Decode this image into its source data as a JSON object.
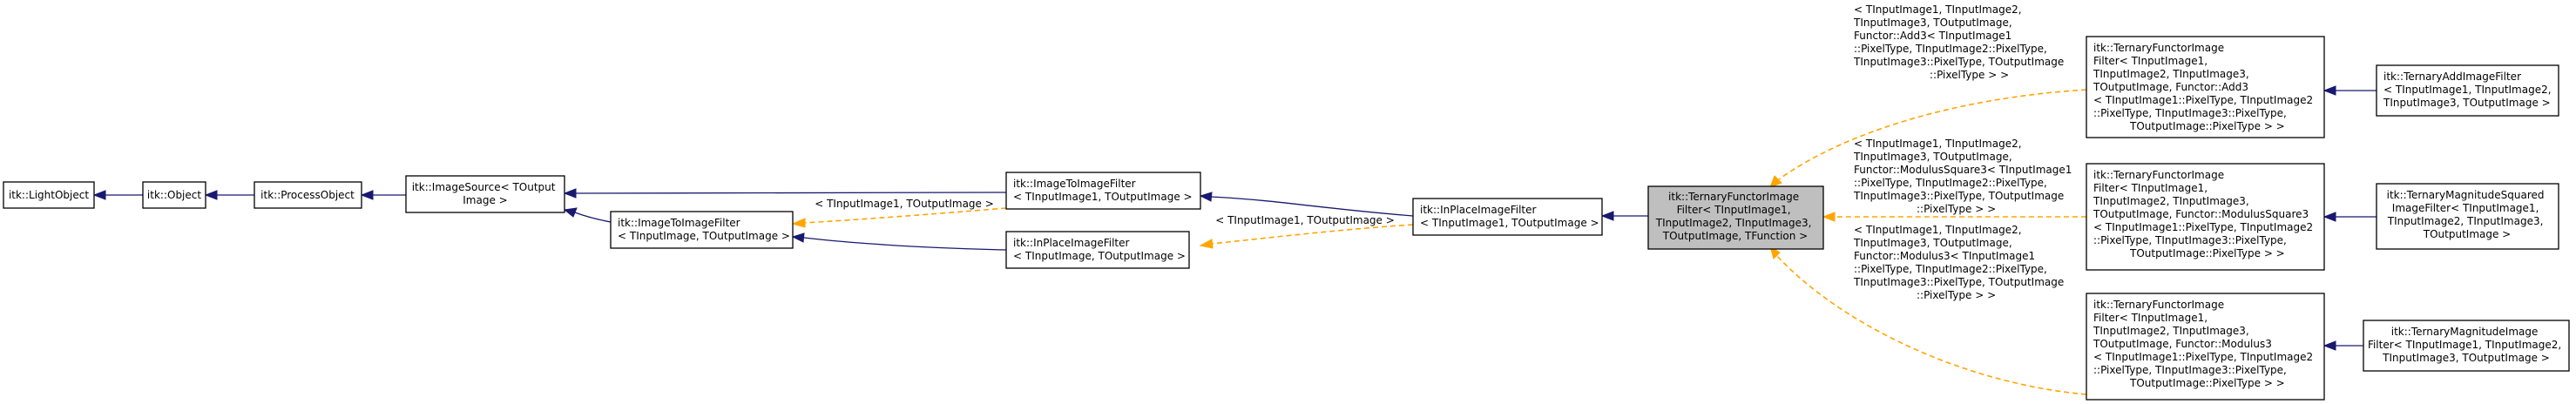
{
  "nodes": {
    "light_object": [
      "itk::LightObject"
    ],
    "object": [
      "itk::Object"
    ],
    "process_object": [
      "itk::ProcessObject"
    ],
    "image_source": [
      "itk::ImageSource< TOutput",
      "Image >"
    ],
    "image_to_image_filter_t1": [
      "itk::ImageToImageFilter",
      "< TInputImage1, TOutputImage >"
    ],
    "image_to_image_filter": [
      "itk::ImageToImageFilter",
      "< TInputImage, TOutputImage >"
    ],
    "in_place_image_filter_t1": [
      "itk::InPlaceImageFilter",
      "< TInputImage1, TOutputImage >"
    ],
    "in_place_image_filter": [
      "itk::InPlaceImageFilter",
      "< TInputImage, TOutputImage >"
    ],
    "ternary_functor_filter": [
      "itk::TernaryFunctorImage",
      "Filter< TInputImage1,",
      "TInputImage2, TInputImage3,",
      "TOutputImage, TFunction >"
    ],
    "ternary_functor_add3": [
      "itk::TernaryFunctorImage",
      "Filter< TInputImage1,",
      "TInputImage2, TInputImage3,",
      "TOutputImage, Functor::Add3",
      "< TInputImage1::PixelType, TInputImage2",
      "::PixelType, TInputImage3::PixelType,",
      "TOutputImage::PixelType > >"
    ],
    "ternary_functor_modsq3": [
      "itk::TernaryFunctorImage",
      "Filter< TInputImage1,",
      "TInputImage2, TInputImage3,",
      "TOutputImage, Functor::ModulusSquare3",
      "< TInputImage1::PixelType, TInputImage2",
      "::PixelType, TInputImage3::PixelType,",
      "TOutputImage::PixelType > >"
    ],
    "ternary_functor_mod3": [
      "itk::TernaryFunctorImage",
      "Filter< TInputImage1,",
      "TInputImage2, TInputImage3,",
      "TOutputImage, Functor::Modulus3",
      "< TInputImage1::PixelType, TInputImage2",
      "::PixelType, TInputImage3::PixelType,",
      "TOutputImage::PixelType > >"
    ],
    "ternary_add": [
      "itk::TernaryAddImageFilter",
      "< TInputImage1, TInputImage2,",
      "TInputImage3, TOutputImage >"
    ],
    "ternary_mag_sq": [
      "itk::TernaryMagnitudeSquared",
      "ImageFilter< TInputImage1,",
      "TInputImage2, TInputImage3,",
      "TOutputImage >"
    ],
    "ternary_mag": [
      "itk::TernaryMagnitudeImage",
      "Filter< TInputImage1, TInputImage2,",
      "TInputImage3, TOutputImage >"
    ]
  },
  "edge_labels": {
    "itif_to_itif1": [
      "< TInputImage1, TOutputImage >"
    ],
    "ipif_to_ipif1": [
      "< TInputImage1, TOutputImage >"
    ],
    "add3": [
      "< TInputImage1, TInputImage2,",
      "TInputImage3, TOutputImage,",
      "Functor::Add3< TInputImage1",
      "::PixelType, TInputImage2::PixelType,",
      "TInputImage3::PixelType, TOutputImage",
      "::PixelType > >"
    ],
    "modsq3": [
      "< TInputImage1, TInputImage2,",
      "TInputImage3, TOutputImage,",
      "Functor::ModulusSquare3< TInputImage1",
      "::PixelType, TInputImage2::PixelType,",
      "TInputImage3::PixelType, TOutputImage",
      "::PixelType > >"
    ],
    "mod3": [
      "< TInputImage1, TInputImage2,",
      "TInputImage3, TOutputImage,",
      "Functor::Modulus3< TInputImage1",
      "::PixelType, TInputImage2::PixelType,",
      "TInputImage3::PixelType, TOutputImage",
      "::PixelType > >"
    ]
  },
  "colors": {
    "inherit_edge": "#191970",
    "template_edge": "#ffa500",
    "highlight_fill": "#bfbfbf"
  }
}
